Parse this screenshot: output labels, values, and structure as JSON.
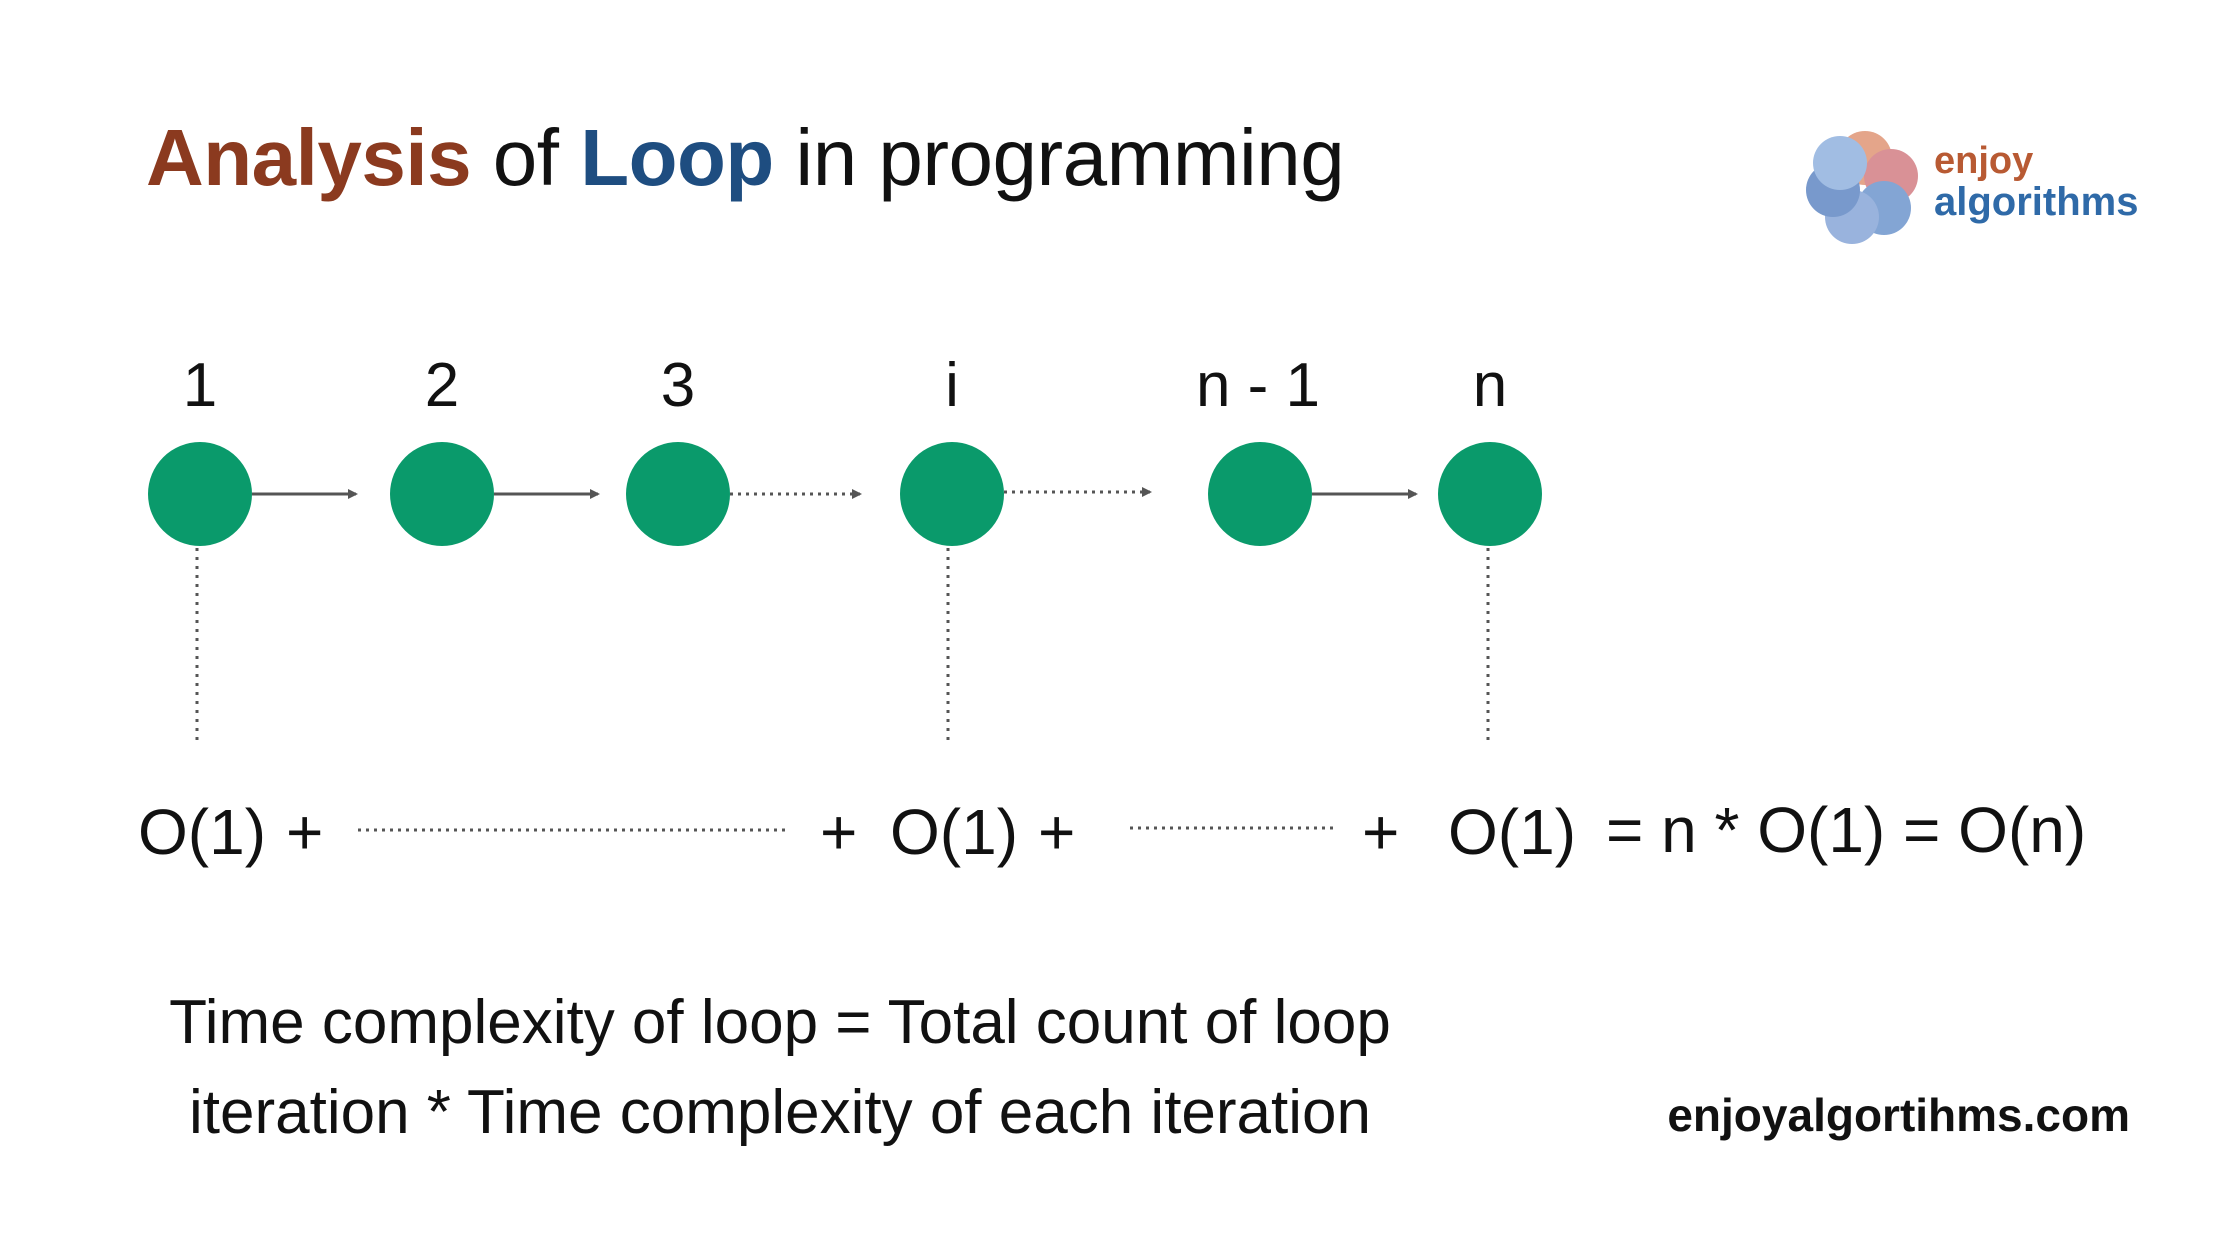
{
  "title": {
    "part1": "Analysis",
    "part2": " of ",
    "part3": "Loop",
    "part4": " in programming"
  },
  "logo": {
    "line1": "enjoy",
    "line2": "algorithms"
  },
  "nodes": [
    {
      "label": "1"
    },
    {
      "label": "2"
    },
    {
      "label": "3"
    },
    {
      "label": "i"
    },
    {
      "label": "n - 1"
    },
    {
      "label": "n"
    }
  ],
  "formula": {
    "term1": "O(1)",
    "plus1": "+",
    "plus2": "+",
    "term2": "O(1)",
    "plus3": "+",
    "plus4": "+",
    "term3": "O(1)",
    "result": "= n * O(1) = O(n)"
  },
  "summary": {
    "line1": "Time complexity of loop = Total count of loop",
    "line2": "iteration * Time complexity of each iteration"
  },
  "website": "enjoyalgortihms.com",
  "colors": {
    "node": "#0a9a6b",
    "analysis": "#8b3a1f",
    "loop": "#1e4d80",
    "arrow": "#555555"
  }
}
